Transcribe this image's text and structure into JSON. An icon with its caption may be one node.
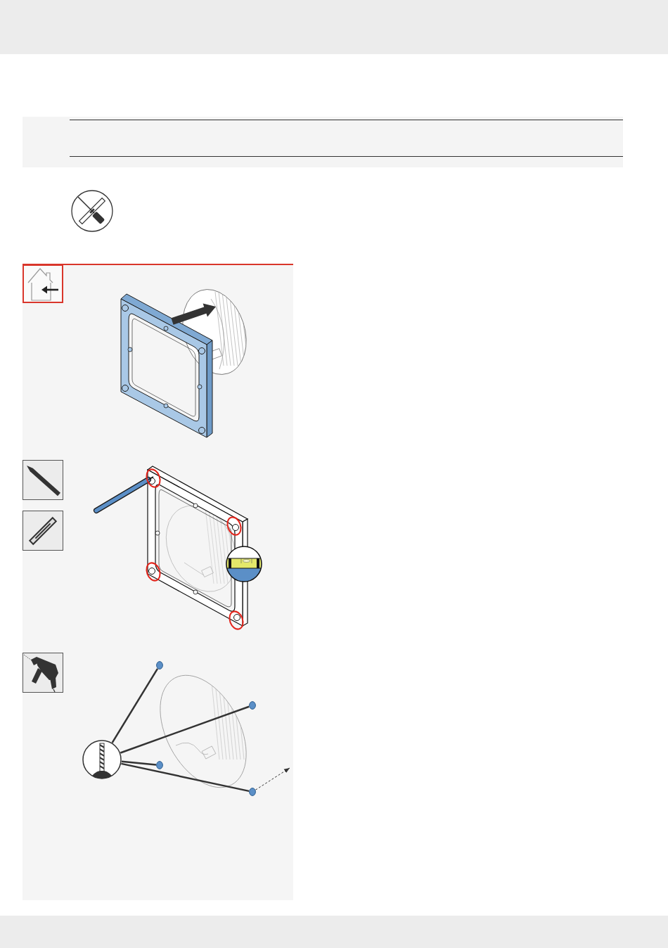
{
  "diagram": {
    "nodes": [
      {
        "text": [],
        "shape": "picture"
      },
      {
        "text": [],
        "shape": "picture"
      },
      {
        "text": [],
        "shape": "circle"
      },
      {
        "text": [],
        "shape": "circle"
      },
      {
        "text": [],
        "shape": "circle"
      },
      {
        "text": [],
        "shape": "circle"
      }
    ],
    "edges": [
      {
        "from": 1,
        "to": 2,
        "arrow": "none"
      },
      {
        "from": 1,
        "to": 3,
        "arrow": "none"
      },
      {
        "from": 1,
        "to": 4,
        "arrow": "none"
      },
      {
        "from": 1,
        "to": 5,
        "arrow": "none"
      },
      {
        "from": 5,
        "to": null,
        "arrow": "to",
        "style": "dashed"
      }
    ]
  }
}
